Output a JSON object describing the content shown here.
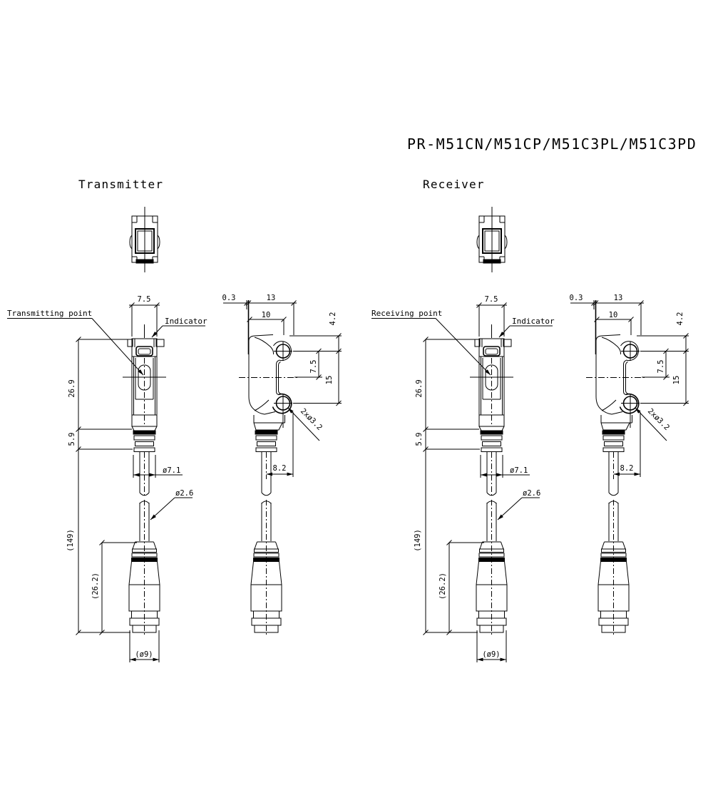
{
  "title": "PR-M51CN/M51CP/M51C3PL/M51C3PD",
  "transmitter": {
    "label": "Transmitter",
    "point_label": "Transmitting point"
  },
  "receiver": {
    "label": "Receiver",
    "point_label": "Receiving point"
  },
  "labels": {
    "indicator": "Indicator"
  },
  "dims": {
    "width": "7.5",
    "body_height": "26.9",
    "thread_height": "5.9",
    "bushing_dia": "ø7.1",
    "cable_dia": "ø2.6",
    "overall_length": "(149)",
    "connector_length": "(26.2)",
    "connector_dia": "(ø9)",
    "lens_offset": "0.3",
    "depth": "13",
    "hole_center_depth": "10",
    "hole_top_offset": "4.2",
    "hole_center_offset": "7.5",
    "hole_pitch": "15",
    "cable_center_offset": "8.2",
    "mounting_holes": "2xø3.2"
  },
  "colors": {
    "line": "#000000",
    "background": "#ffffff"
  }
}
